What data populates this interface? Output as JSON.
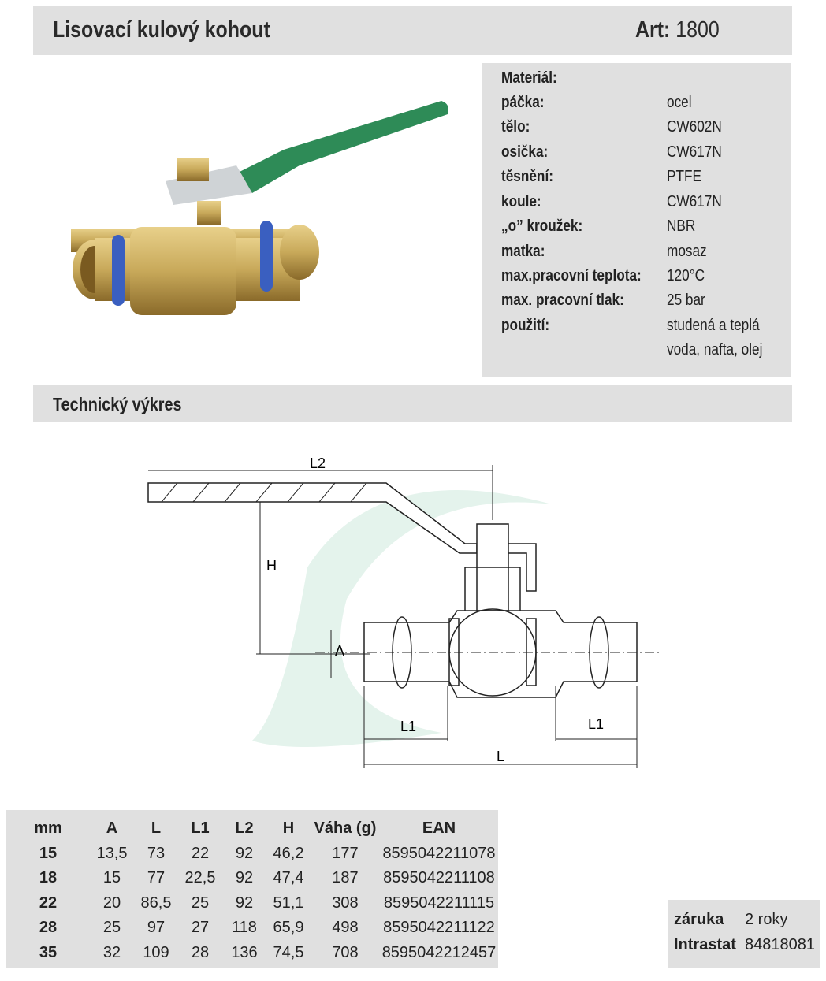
{
  "header": {
    "title": "Lisovací kulový kohout",
    "art_label": "Art:",
    "art_number": "1800"
  },
  "specs": {
    "heading": "Materiál:",
    "rows": [
      {
        "k": "páčka:",
        "v": "ocel"
      },
      {
        "k": "tělo:",
        "v": "CW602N"
      },
      {
        "k": "osička:",
        "v": "CW617N"
      },
      {
        "k": "těsnění:",
        "v": "PTFE"
      },
      {
        "k": "koule:",
        "v": "CW617N"
      },
      {
        "k": "„o” kroužek:",
        "v": "NBR"
      },
      {
        "k": "matka:",
        "v": "mosaz"
      },
      {
        "k": "max.pracovní teplota:",
        "v": "120°C"
      },
      {
        "k": "max. pracovní tlak:",
        "v": "25 bar"
      },
      {
        "k": "použití:",
        "v": "studená a teplá"
      },
      {
        "k": "",
        "v": "voda, nafta, olej"
      }
    ]
  },
  "section": {
    "title": "Technický výkres"
  },
  "drawing": {
    "labels": {
      "L2": "L2",
      "H": "H",
      "A": "A",
      "L1_left": "L1",
      "L1_right": "L1",
      "L": "L"
    }
  },
  "table": {
    "headers": [
      "mm",
      "A",
      "L",
      "L1",
      "L2",
      "H",
      "Váha (g)",
      "EAN"
    ],
    "rows": [
      [
        "15",
        "13,5",
        "73",
        "22",
        "92",
        "46,2",
        "177",
        "8595042211078"
      ],
      [
        "18",
        "15",
        "77",
        "22,5",
        "92",
        "47,4",
        "187",
        "8595042211108"
      ],
      [
        "22",
        "20",
        "86,5",
        "25",
        "92",
        "51,1",
        "308",
        "8595042211115"
      ],
      [
        "28",
        "25",
        "97",
        "27",
        "118",
        "65,9",
        "498",
        "8595042211122"
      ],
      [
        "35",
        "32",
        "109",
        "28",
        "136",
        "74,5",
        "708",
        "8595042212457"
      ]
    ]
  },
  "warranty": {
    "zaruka_label": "záruka",
    "zaruka_value": "2 roky",
    "intrastat_label": "Intrastat",
    "intrastat_value": "84818081"
  },
  "colors": {
    "panel": "#e0e0e0",
    "handle": "#2e8b57",
    "ring": "#3a5fc0",
    "brass": "#c8a95a"
  }
}
